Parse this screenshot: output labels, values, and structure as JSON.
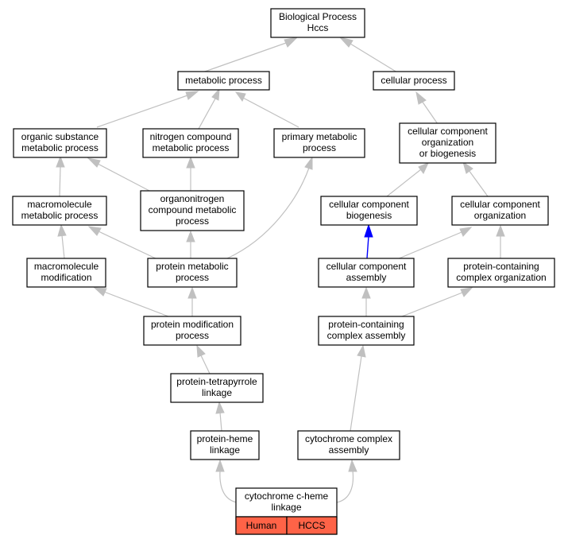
{
  "nodes": {
    "root": [
      "Biological Process",
      "Hccs"
    ],
    "metabolic": [
      "metabolic process"
    ],
    "cellular": [
      "cellular process"
    ],
    "organic": [
      "organic substance",
      "metabolic process"
    ],
    "nitrogen": [
      "nitrogen compound",
      "metabolic process"
    ],
    "primary": [
      "primary metabolic",
      "process"
    ],
    "ccob": [
      "cellular component",
      "organization",
      "or biogenesis"
    ],
    "macromet": [
      "macromolecule",
      "metabolic process"
    ],
    "organonitrogen": [
      "organonitrogen",
      "compound metabolic",
      "process"
    ],
    "ccbio": [
      "cellular component",
      "biogenesis"
    ],
    "ccorg": [
      "cellular component",
      "organization"
    ],
    "macromod": [
      "macromolecule",
      "modification"
    ],
    "protmet": [
      "protein metabolic",
      "process"
    ],
    "ccassembly": [
      "cellular component",
      "assembly"
    ],
    "pcco": [
      "protein-containing",
      "complex organization"
    ],
    "protmod": [
      "protein modification",
      "process"
    ],
    "pcca": [
      "protein-containing",
      "complex assembly"
    ],
    "tetrapyrrole": [
      "protein-tetrapyrrole",
      "linkage"
    ],
    "heme": [
      "protein-heme",
      "linkage"
    ],
    "cytassembly": [
      "cytochrome complex",
      "assembly"
    ],
    "leaf": [
      "cytochrome c-heme",
      "linkage"
    ]
  },
  "leaf_tags": [
    "Human",
    "HCCS"
  ],
  "colors": {
    "edge": "#c0c0c0",
    "highlight_edge": "#0000ff",
    "tag_fill": "#ff6347",
    "node_border": "#000000"
  }
}
